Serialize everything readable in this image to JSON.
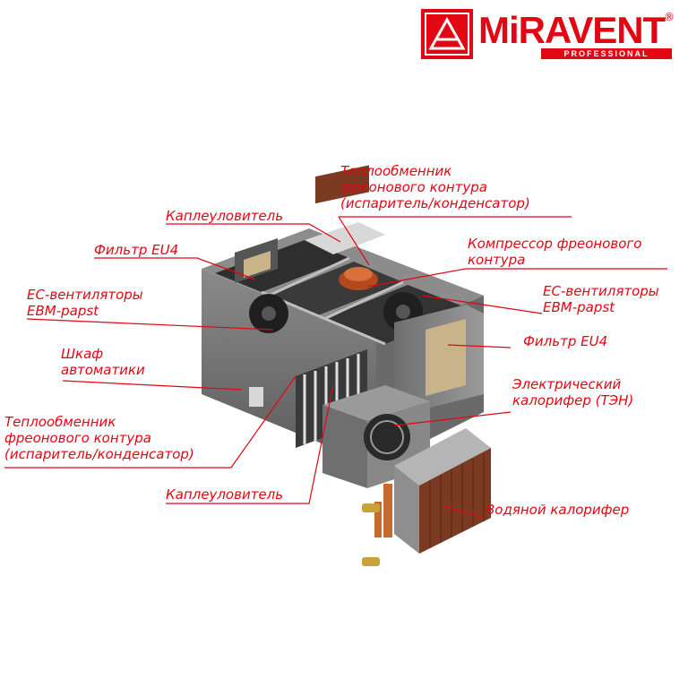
{
  "brand": {
    "name": "MiRAVENT",
    "sub": "PROFESSIONAL",
    "reg": "®"
  },
  "colors": {
    "accent": "#e30613"
  },
  "labels": {
    "hx_top": [
      "Теплообменник",
      "фреонового контура",
      "(испаритель/конденсатор)"
    ],
    "drip_top": "Каплеуловитель",
    "filter_left": "Фильтр EU4",
    "compressor": [
      "Компрессор фреонового",
      "контура"
    ],
    "fans_left": [
      "EC-вентиляторы",
      "EBM-papst"
    ],
    "fans_right": [
      "EC-вентиляторы",
      "EBM-papst"
    ],
    "cabinet": [
      "Шкаф",
      "автоматики"
    ],
    "filter_right": "Фильтр EU4",
    "electric_heater": [
      "Электрический",
      "калорифер (ТЭН)"
    ],
    "hx_bottom": [
      "Теплообменник",
      "фреонового контура",
      "(испаритель/конденсатор)"
    ],
    "drip_bottom": "Каплеуловитель",
    "water_heater": "Водяной калорифер"
  }
}
